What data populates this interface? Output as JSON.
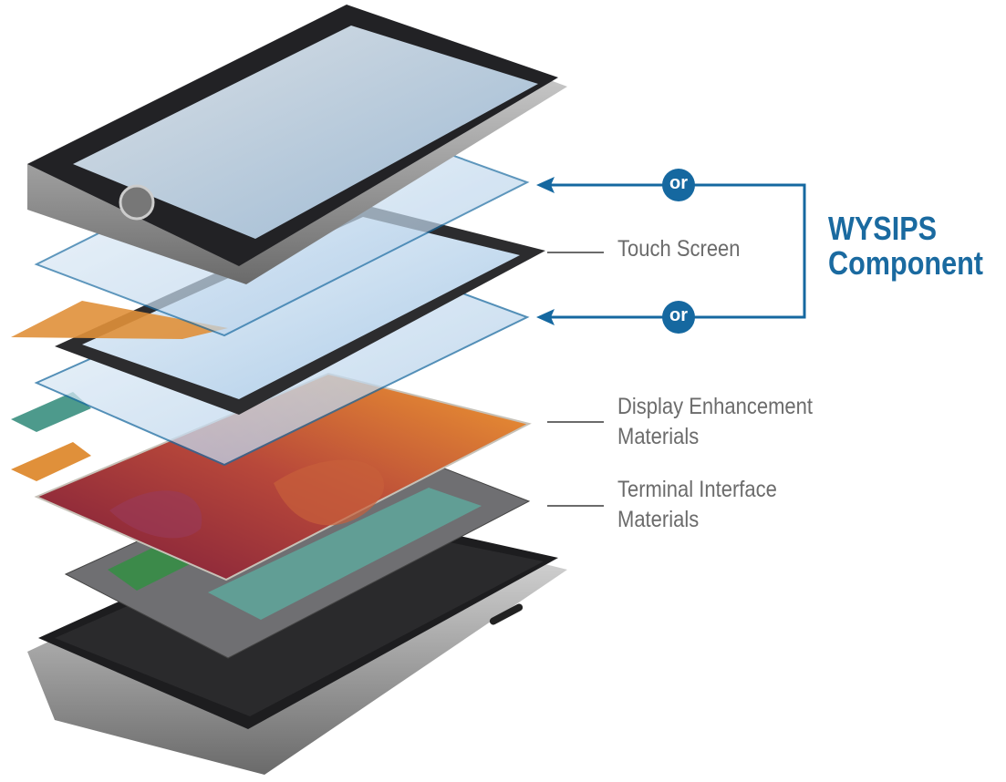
{
  "labels": {
    "touch_screen": "Touch Screen",
    "display_line1": "Display Enhancement",
    "display_line2": "Materials",
    "terminal_line1": "Terminal Interface",
    "terminal_line2": "Materials"
  },
  "wysips": {
    "line1": "WYSIPS",
    "line2": "Component",
    "or_top": "or",
    "or_bottom": "or"
  },
  "colors": {
    "accent": "#1568a0",
    "label_gray": "#6b6b6b"
  }
}
